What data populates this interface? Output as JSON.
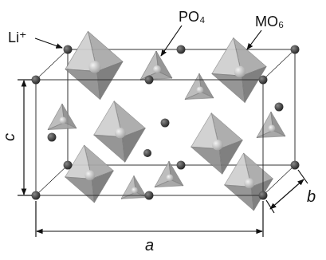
{
  "diagram": {
    "labels": [
      "Li⁺",
      "PO₄",
      "MO₆",
      "c",
      "a",
      "b"
    ]
  }
}
